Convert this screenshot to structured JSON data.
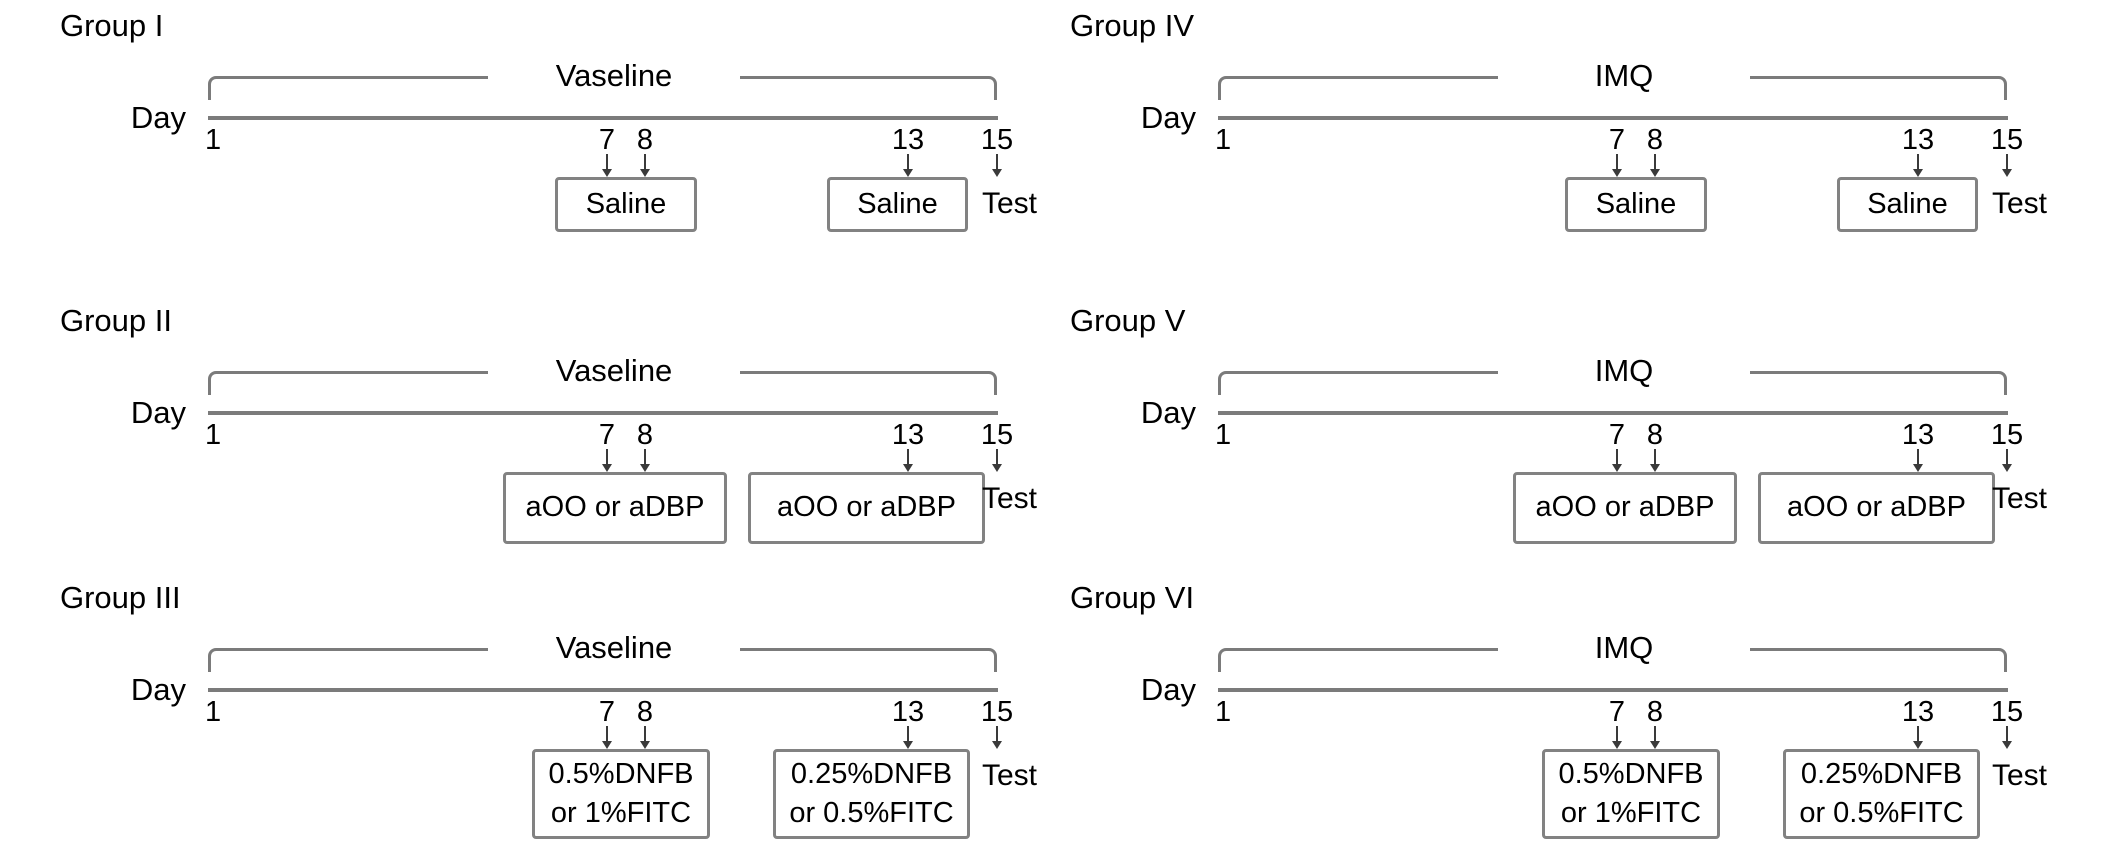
{
  "figure": {
    "description": "Experimental design timelines for six mouse treatment groups",
    "colors": {
      "line": "#7b7b7b",
      "box_border": "#828282",
      "arrow": "#3a3a3a",
      "text": "#000000"
    }
  },
  "timeline": {
    "axis_label": "Day",
    "days": [
      "1",
      "7",
      "8",
      "13",
      "15"
    ],
    "test_label": "Test"
  },
  "panels": [
    {
      "title": "Group I",
      "bracket_label": "Vaseline",
      "variant": "saline",
      "box1_line1": "Saline",
      "box1_line2": "",
      "box2_line1": "Saline",
      "box2_line2": ""
    },
    {
      "title": "Group II",
      "bracket_label": "Vaseline",
      "variant": "adbp",
      "box1_line1": "aOO or aDBP",
      "box1_line2": "",
      "box2_line1": "aOO or aDBP",
      "box2_line2": ""
    },
    {
      "title": "Group III",
      "bracket_label": "Vaseline",
      "variant": "dnfb",
      "box1_line1": "0.5%DNFB",
      "box1_line2": "or 1%FITC",
      "box2_line1": "0.25%DNFB",
      "box2_line2": "or 0.5%FITC"
    },
    {
      "title": "Group IV",
      "bracket_label": "IMQ",
      "variant": "saline",
      "box1_line1": "Saline",
      "box1_line2": "",
      "box2_line1": "Saline",
      "box2_line2": ""
    },
    {
      "title": "Group V",
      "bracket_label": "IMQ",
      "variant": "adbp",
      "box1_line1": "aOO or aDBP",
      "box1_line2": "",
      "box2_line1": "aOO or aDBP",
      "box2_line2": ""
    },
    {
      "title": "Group VI",
      "bracket_label": "IMQ",
      "variant": "dnfb",
      "box1_line1": "0.5%DNFB",
      "box1_line2": "or 1%FITC",
      "box2_line1": "0.25%DNFB",
      "box2_line2": "or 0.5%FITC"
    }
  ]
}
